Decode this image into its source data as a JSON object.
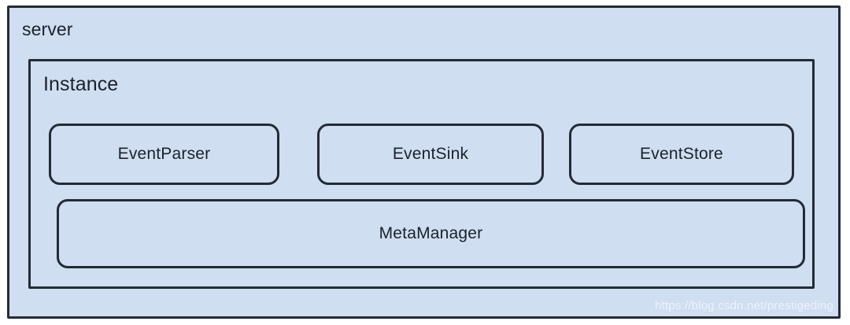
{
  "diagram": {
    "title": "server",
    "background_color": "#ffffff",
    "box_fill_color": "#cfdef0",
    "box_border_color": "#232b35",
    "outer": {
      "label": "server",
      "type": "container"
    },
    "inner": {
      "label": "Instance",
      "type": "container"
    },
    "components": [
      {
        "label": "EventParser",
        "row": 1,
        "shape": "rounded-rect"
      },
      {
        "label": "EventSink",
        "row": 1,
        "shape": "rounded-rect"
      },
      {
        "label": "EventStore",
        "row": 1,
        "shape": "rounded-rect"
      },
      {
        "label": "MetaManager",
        "row": 2,
        "shape": "rounded-rect"
      }
    ],
    "watermark": "https://blog.csdn.net/prestigeding"
  }
}
